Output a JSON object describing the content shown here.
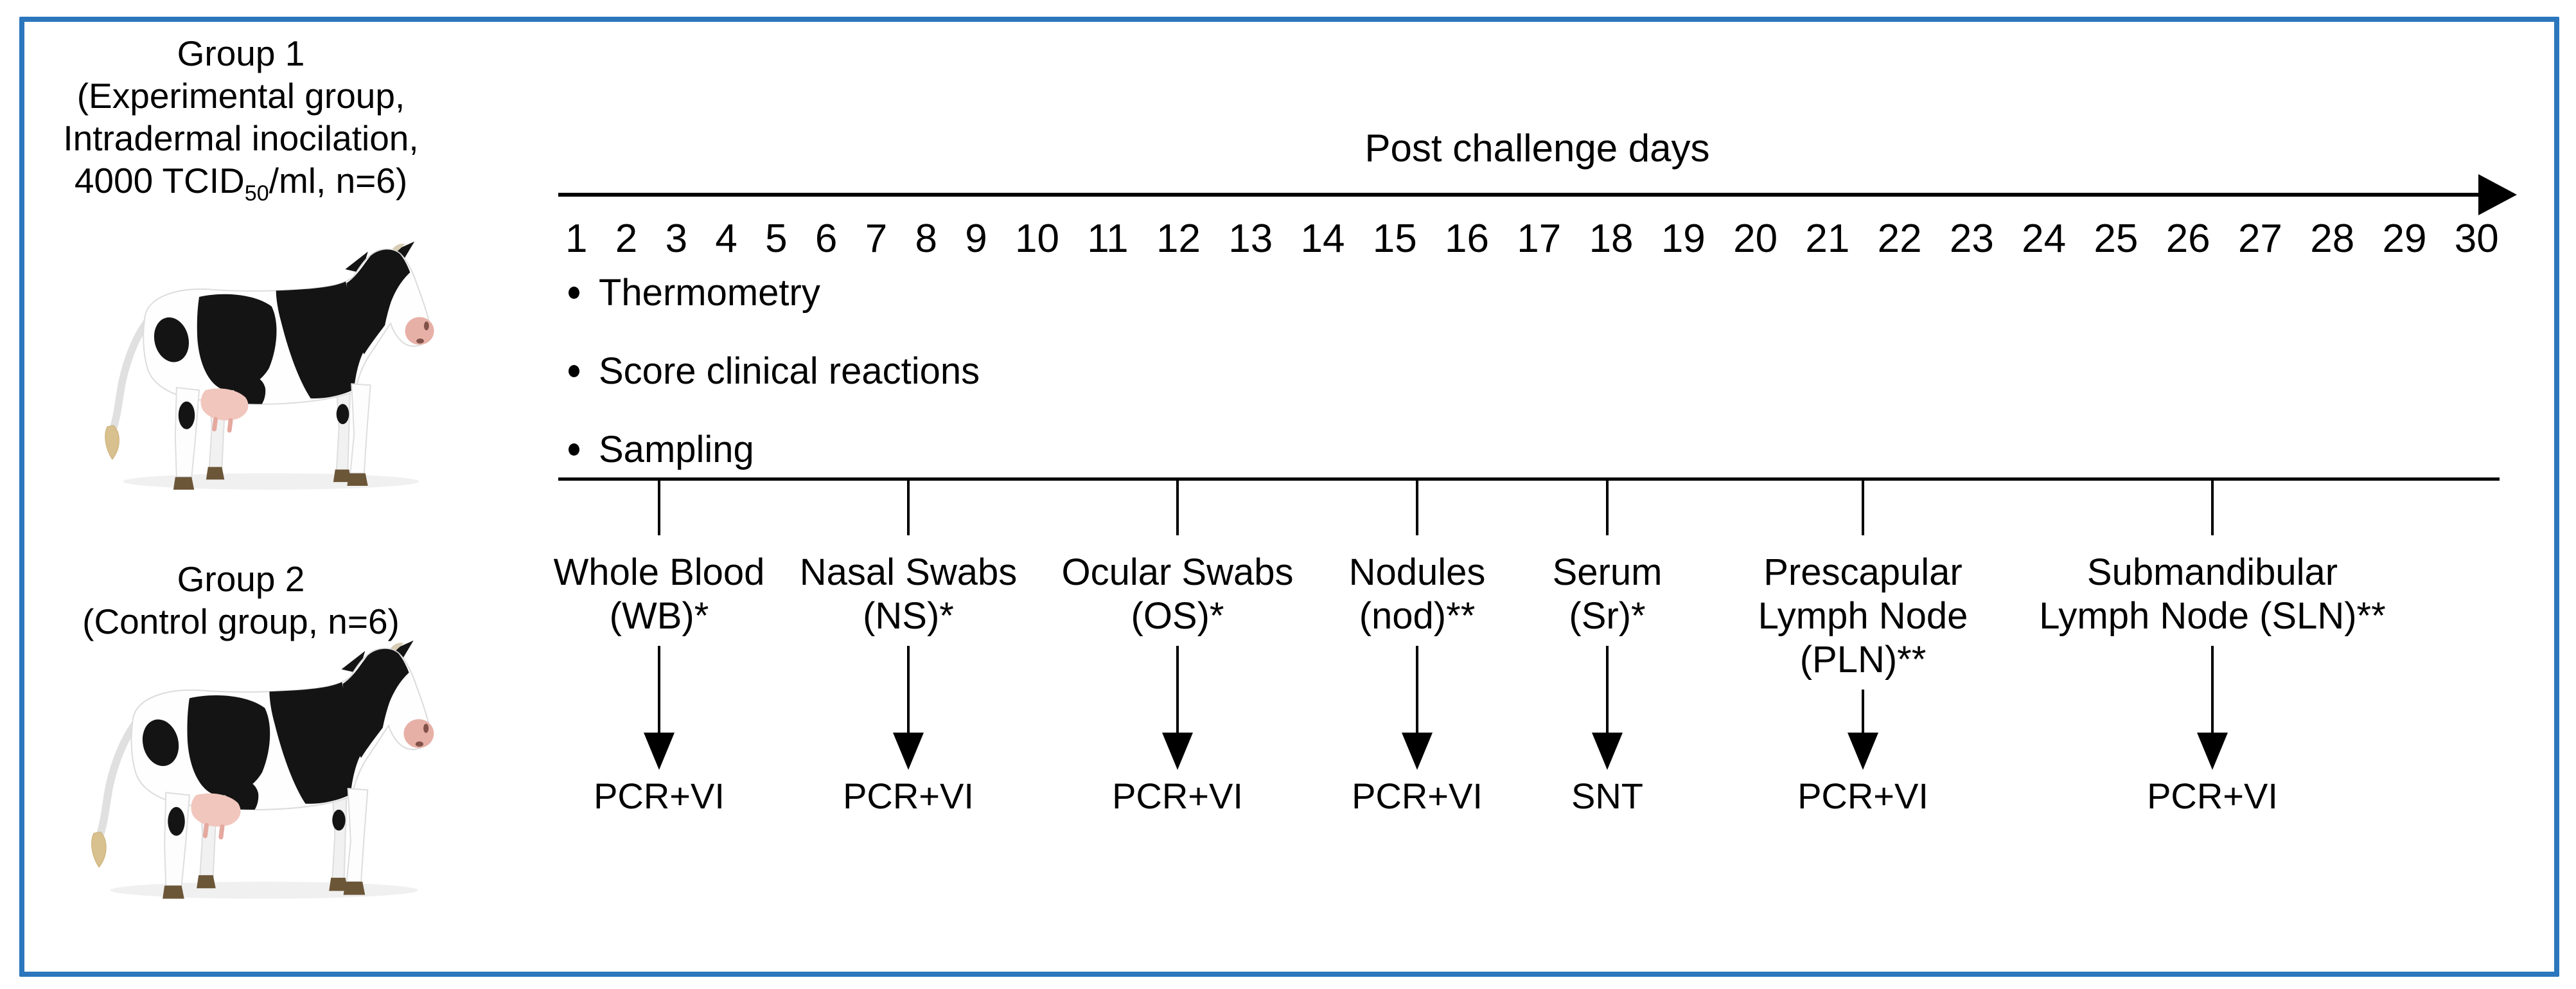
{
  "colors": {
    "frame_blue": "#2B76BC",
    "ink": "#000000"
  },
  "group1": {
    "line1": "Group 1",
    "line2": "(Experimental group,",
    "line3": "Intradermal inocilation,",
    "line4_pre": "4000 TCID",
    "line4_sub": "50",
    "line4_post": "/ml, n=6)"
  },
  "group2": {
    "line1": "Group 2",
    "line2": "(Control group, n=6)"
  },
  "timeline": {
    "title": "Post challenge days",
    "days": [
      "1",
      "2",
      "3",
      "4",
      "5",
      "6",
      "7",
      "8",
      "9",
      "10",
      "11",
      "12",
      "13",
      "14",
      "15",
      "16",
      "17",
      "18",
      "19",
      "20",
      "21",
      "22",
      "23",
      "24",
      "25",
      "26",
      "27",
      "28",
      "29",
      "30"
    ]
  },
  "activities": [
    "Thermometry",
    "Score clinical reactions",
    "Sampling"
  ],
  "samples": [
    {
      "label": "Whole Blood\n(WB)*",
      "result": "PCR+VI"
    },
    {
      "label": "Nasal Swabs\n(NS)*",
      "result": "PCR+VI"
    },
    {
      "label": "Ocular Swabs\n(OS)*",
      "result": "PCR+VI"
    },
    {
      "label": "Nodules\n(nod)**",
      "result": "PCR+VI"
    },
    {
      "label": "Serum\n(Sr)*",
      "result": "SNT"
    },
    {
      "label": "Prescapular\nLymph Node\n(PLN)**",
      "result": "PCR+VI"
    },
    {
      "label": "Submandibular\nLymph Node (SLN)**",
      "result": "PCR+VI"
    }
  ]
}
